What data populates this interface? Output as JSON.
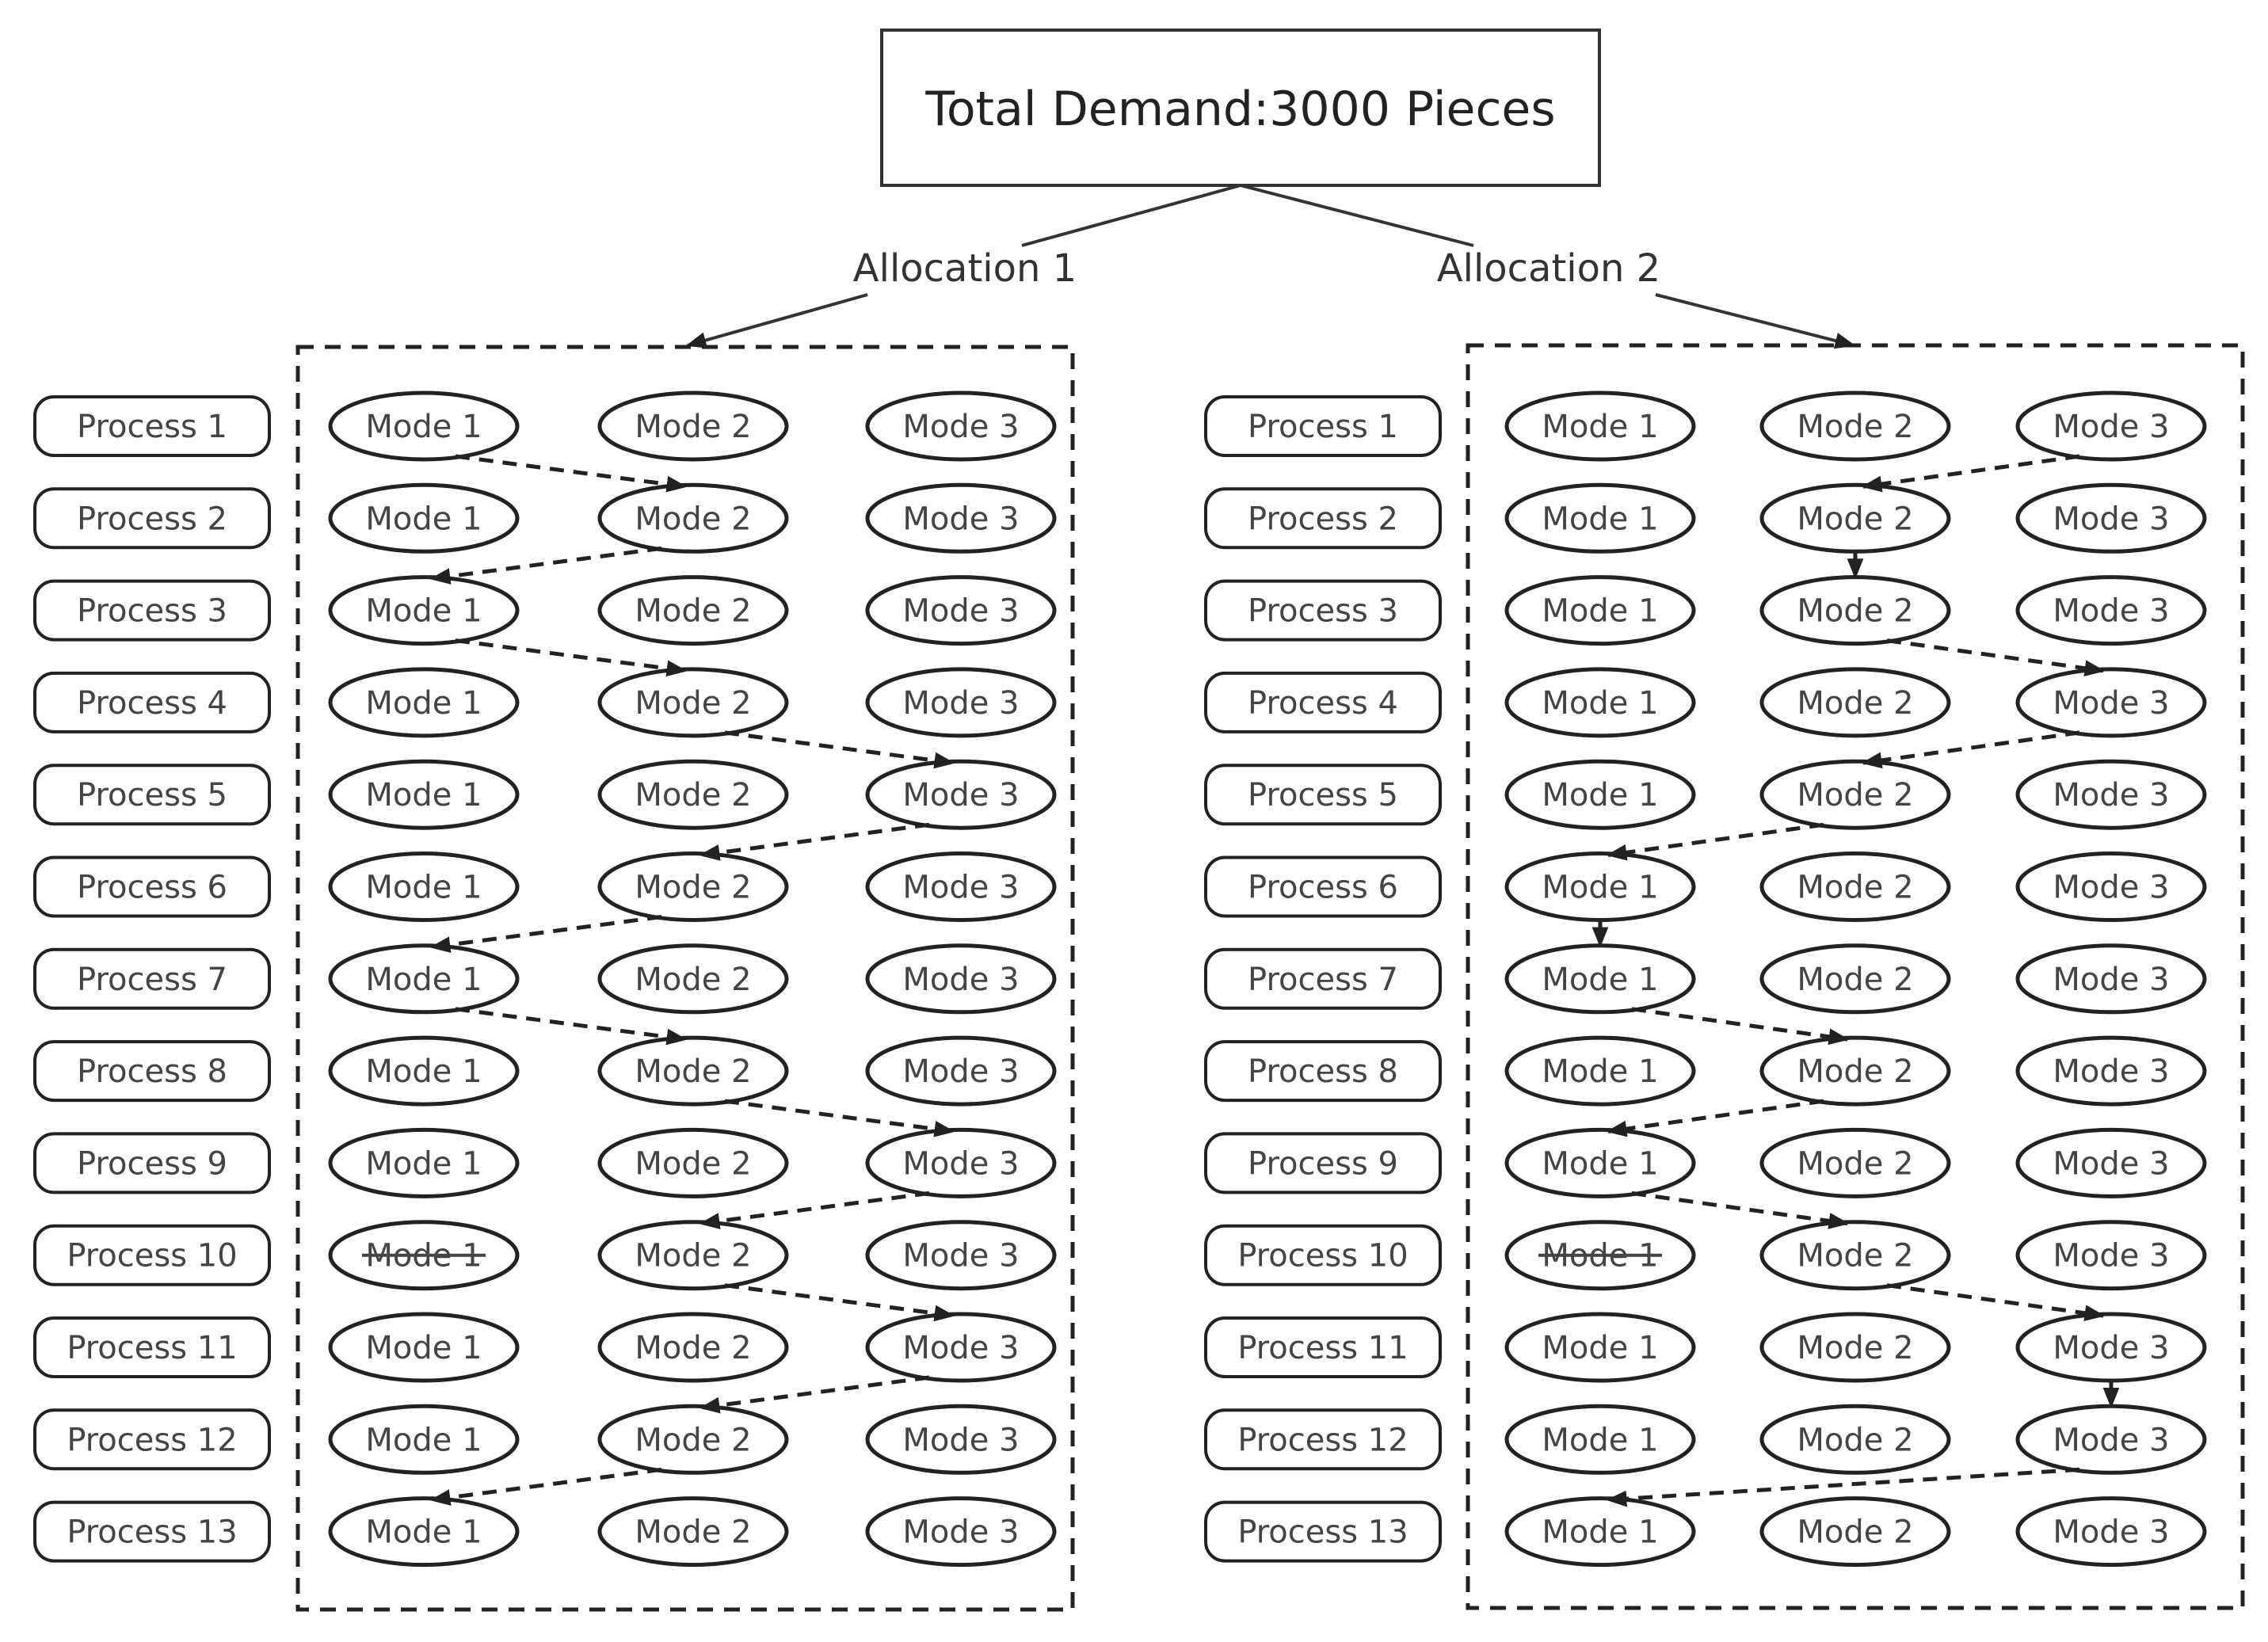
{
  "title": "Total Demand:3000 Pieces",
  "mode_labels": [
    "Mode 1",
    "Mode 2",
    "Mode 3"
  ],
  "process_labels": [
    "Process 1",
    "Process 2",
    "Process 3",
    "Process 4",
    "Process 5",
    "Process 6",
    "Process 7",
    "Process 8",
    "Process 9",
    "Process 10",
    "Process 11",
    "Process 12",
    "Process 13"
  ],
  "crossed_out": {
    "process": 10,
    "mode": 1
  },
  "allocations": [
    {
      "label": "Allocation 1",
      "selected_modes": [
        1,
        2,
        1,
        2,
        3,
        2,
        1,
        2,
        3,
        2,
        3,
        2,
        1
      ]
    },
    {
      "label": "Allocation 2",
      "selected_modes": [
        3,
        2,
        2,
        3,
        2,
        1,
        1,
        2,
        1,
        2,
        3,
        3,
        1
      ]
    }
  ],
  "colors": {
    "stroke": "#222222",
    "text": "#444444",
    "background": "#ffffff"
  }
}
